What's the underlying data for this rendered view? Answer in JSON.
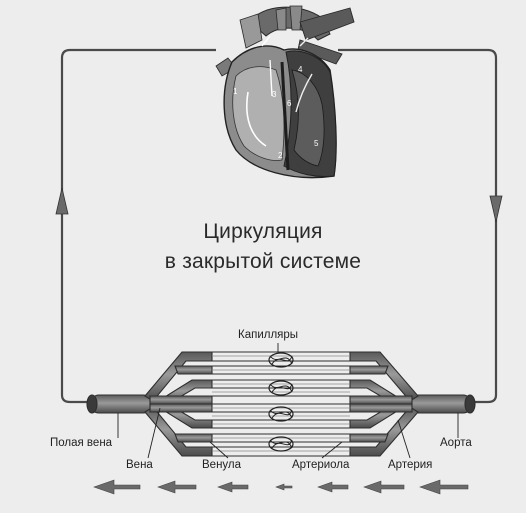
{
  "title": {
    "line1": "Циркуляция",
    "line2": "в закрытой системе"
  },
  "labels": {
    "capillaries": "Капилляры",
    "vena_cava": "Полая вена",
    "vein": "Вена",
    "venule": "Венула",
    "arteriole": "Артериола",
    "artery": "Артерия",
    "aorta": "Аорта"
  },
  "heart_numbers": [
    "1",
    "2",
    "3",
    "4",
    "5",
    "6"
  ],
  "colors": {
    "background": "#ededed",
    "vessel_fill": "#7a7a7a",
    "vessel_dark": "#3e3e3e",
    "loop_line": "#4a4a4a",
    "heart_dark": "#4a4a4a",
    "arrow": "#6a6a6a"
  }
}
